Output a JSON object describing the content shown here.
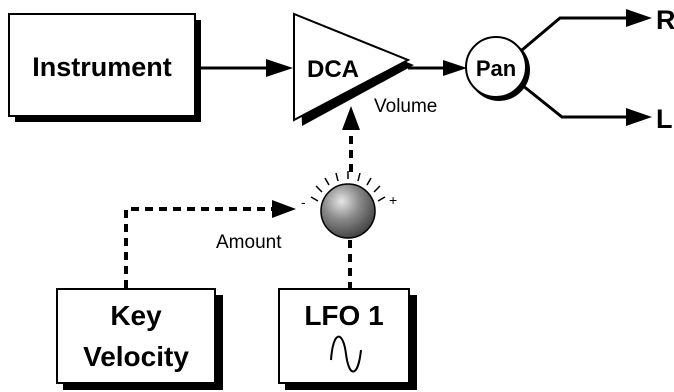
{
  "blocks": {
    "instrument": "Instrument",
    "dca": "DCA",
    "pan": "Pan",
    "key_velocity_line1": "Key",
    "key_velocity_line2": "Velocity",
    "lfo": "LFO 1"
  },
  "labels": {
    "volume": "Volume",
    "amount": "Amount",
    "minus": "-",
    "plus": "+"
  },
  "outputs": {
    "right": "R",
    "left": "L"
  },
  "colors": {
    "line": "#000000",
    "knob_light": "#d8d8d8",
    "knob_dark": "#4a4a4a"
  },
  "icons": {
    "lfo_wave": "sine-wave-icon",
    "amount_knob": "knob-icon"
  }
}
